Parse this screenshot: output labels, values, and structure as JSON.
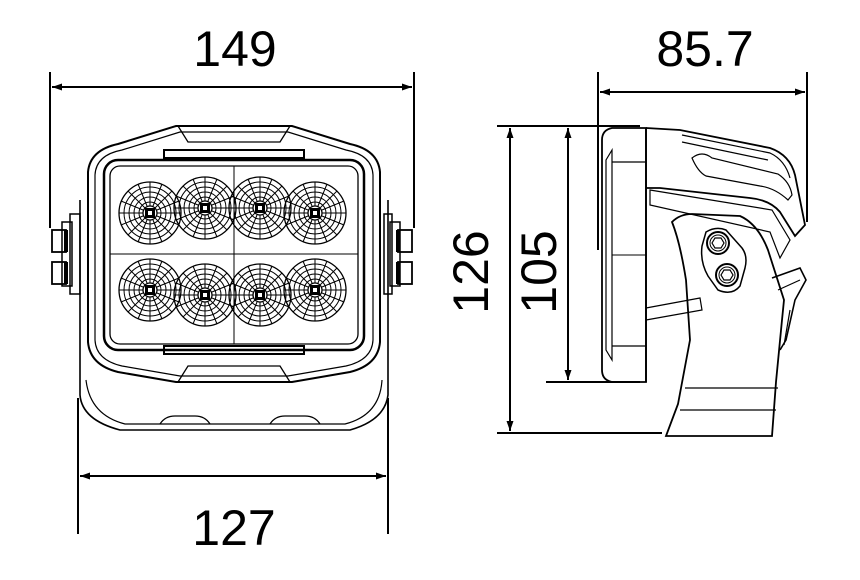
{
  "diagram": {
    "type": "technical-dimension-drawing",
    "subject": "8-LED square work light",
    "views": [
      {
        "name": "front-view",
        "led_count": 8,
        "led_rows": 2,
        "led_cols": 4
      },
      {
        "name": "side-view",
        "bolts": 2
      }
    ],
    "colors": {
      "line": "#000000",
      "background": "#ffffff"
    }
  },
  "dimensions": {
    "overall_width": "149",
    "bracket_width": "127",
    "depth": "85.7",
    "overall_height": "126",
    "housing_height": "105"
  }
}
